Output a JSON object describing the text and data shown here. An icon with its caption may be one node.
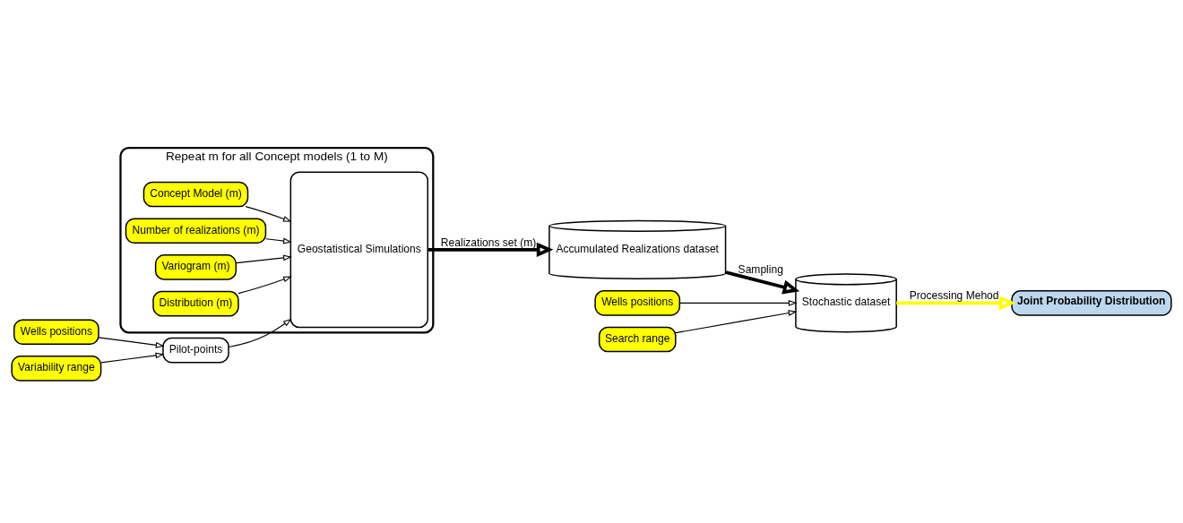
{
  "diagram": {
    "nodes": [
      {
        "text": [
          "Repeat m for all Concept models (1 to M)"
        ]
      },
      {
        "text": [
          "Concept Model (m)"
        ],
        "in": 0
      },
      {
        "text": [
          "Number of realizations (m)"
        ],
        "in": 0
      },
      {
        "text": [
          "Variogram (m)"
        ],
        "in": 0
      },
      {
        "text": [
          "Distribution (m)"
        ],
        "in": 0
      },
      {
        "text": [
          "Geostatistical Simulations"
        ],
        "in": 0
      },
      {
        "text": [
          "Pilot-points"
        ]
      },
      {
        "text": [
          "Wells positions"
        ]
      },
      {
        "text": [
          "Variability range"
        ]
      },
      {
        "text": [
          "Accumulated Realizations dataset"
        ]
      },
      {
        "text": [
          "Wells positions"
        ]
      },
      {
        "text": [
          "Search range"
        ]
      },
      {
        "text": [
          "Stochastic dataset"
        ]
      },
      {
        "text": [
          "Joint Probability Distribution"
        ]
      }
    ],
    "edges": [
      {
        "from": 1,
        "to": 5,
        "arrow": "to"
      },
      {
        "from": 2,
        "to": 5,
        "arrow": "to"
      },
      {
        "from": 3,
        "to": 5,
        "arrow": "to"
      },
      {
        "from": 4,
        "to": 5,
        "arrow": "to"
      },
      {
        "from": 7,
        "to": 6,
        "arrow": "to"
      },
      {
        "from": 8,
        "to": 6,
        "arrow": "to"
      },
      {
        "from": 6,
        "to": 5,
        "arrow": "to"
      },
      {
        "from": 5,
        "to": 9,
        "arrow": "to",
        "label": "Realizations set (m)",
        "style": "thick"
      },
      {
        "from": 9,
        "to": 12,
        "arrow": "to",
        "label": "Sampling",
        "style": "thick"
      },
      {
        "from": 10,
        "to": 12,
        "arrow": "to"
      },
      {
        "from": 11,
        "to": 12,
        "arrow": "to"
      },
      {
        "from": 12,
        "to": 13,
        "arrow": "to",
        "label": "Processing Mehod",
        "style": "thick",
        "color": "#ffff00"
      }
    ]
  }
}
